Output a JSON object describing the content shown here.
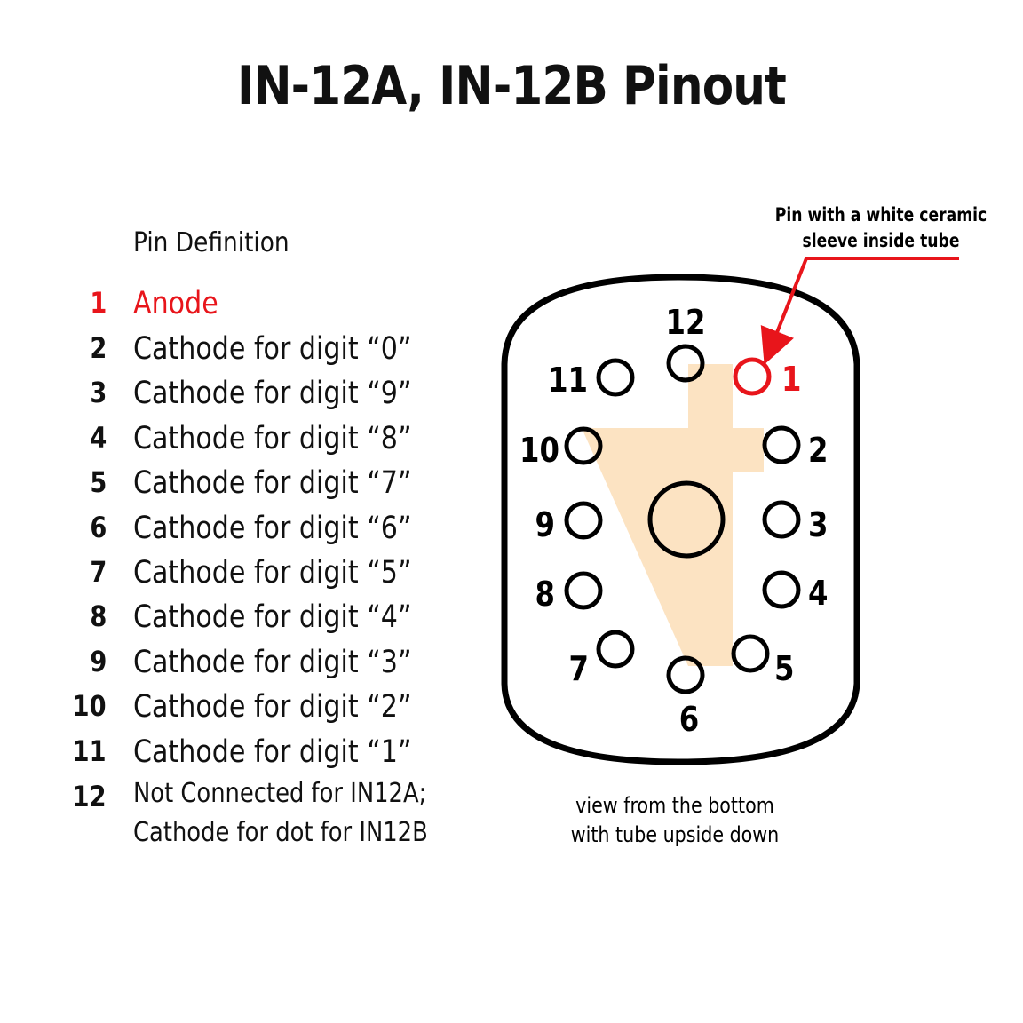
{
  "title": "IN-12A, IN-12B Pinout",
  "legend": {
    "heading": "Pin Definition",
    "items": [
      {
        "pin": "1",
        "description": "Anode",
        "highlight": true
      },
      {
        "pin": "2",
        "description": "Cathode for digit “0”",
        "highlight": false
      },
      {
        "pin": "3",
        "description": "Cathode for digit “9”",
        "highlight": false
      },
      {
        "pin": "4",
        "description": "Cathode for digit “8”",
        "highlight": false
      },
      {
        "pin": "5",
        "description": "Cathode for digit “7”",
        "highlight": false
      },
      {
        "pin": "6",
        "description": "Cathode for digit “6”",
        "highlight": false
      },
      {
        "pin": "7",
        "description": "Cathode for digit “5”",
        "highlight": false
      },
      {
        "pin": "8",
        "description": "Cathode for digit “4”",
        "highlight": false
      },
      {
        "pin": "9",
        "description": "Cathode for digit “3”",
        "highlight": false
      },
      {
        "pin": "10",
        "description": "Cathode for digit “2”",
        "highlight": false
      },
      {
        "pin": "11",
        "description": "Cathode for digit “1”",
        "highlight": false
      },
      {
        "pin": "12",
        "description": "Not Connected for IN12A;\nCathode for dot for IN12B",
        "highlight": false
      }
    ]
  },
  "diagram": {
    "pins": [
      {
        "label": "1",
        "highlight": true
      },
      {
        "label": "2",
        "highlight": false
      },
      {
        "label": "3",
        "highlight": false
      },
      {
        "label": "4",
        "highlight": false
      },
      {
        "label": "5",
        "highlight": false
      },
      {
        "label": "6",
        "highlight": false
      },
      {
        "label": "7",
        "highlight": false
      },
      {
        "label": "8",
        "highlight": false
      },
      {
        "label": "9",
        "highlight": false
      },
      {
        "label": "10",
        "highlight": false
      },
      {
        "label": "11",
        "highlight": false
      },
      {
        "label": "12",
        "highlight": false
      }
    ],
    "callout": {
      "line1": "Pin with a white ceramic",
      "line2": "sleeve inside tube"
    },
    "caption": {
      "line1": "view from the bottom",
      "line2": "with tube upside down"
    },
    "colors": {
      "outline": "#000000",
      "highlight": "#e8151b",
      "key_shape": "#fce3c2"
    }
  }
}
